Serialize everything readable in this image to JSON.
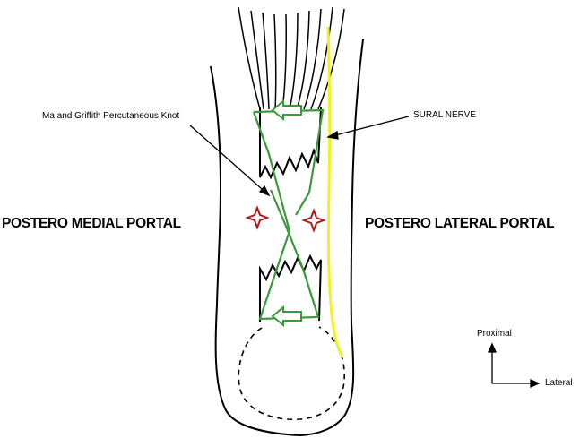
{
  "labels": {
    "knot": "Ma and Griffith Percutaneous Knot",
    "nerve": "SURAL NERVE",
    "medial_portal": "POSTERO MEDIAL PORTAL",
    "lateral_portal": "POSTERO LATERAL PORTAL",
    "axis_proximal": "Proximal",
    "axis_lateral": "Lateral"
  },
  "colors": {
    "outline": "#000000",
    "suture": "#3a9a3a",
    "nerve": "#f2f21a",
    "portal_marker": "#b01818"
  },
  "icons": {
    "portal_marker": "four-point-star-icon",
    "suture_arrow": "left-arrow-icon"
  }
}
